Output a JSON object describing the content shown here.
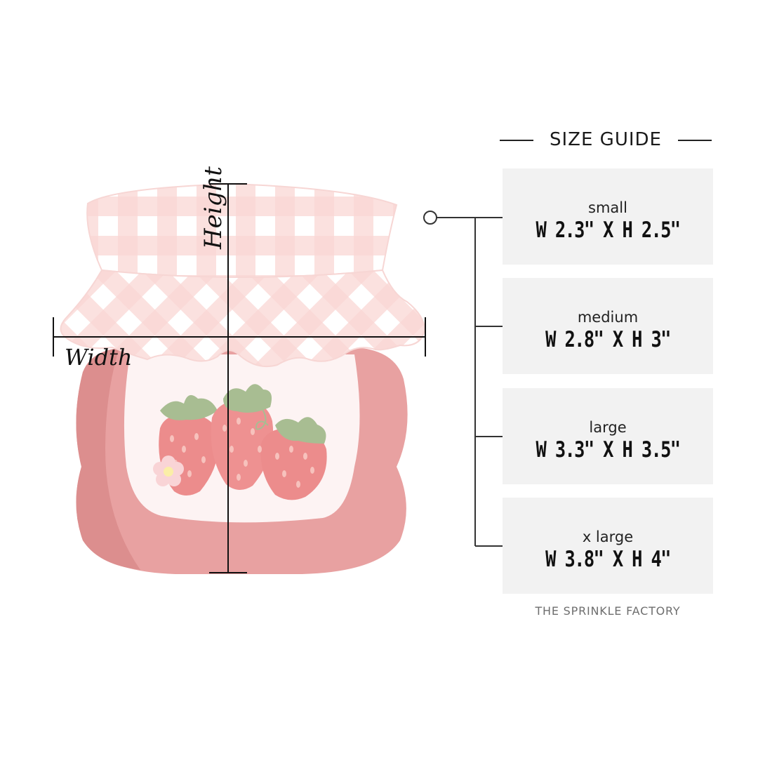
{
  "size_guide": {
    "title": "SIZE GUIDE",
    "sizes": [
      {
        "name": "small",
        "dims": "W 2.3\" X H 2.5\""
      },
      {
        "name": "medium",
        "dims": "W 2.8\" X H 3\""
      },
      {
        "name": "large",
        "dims": "W 3.3\" X H 3.5\""
      },
      {
        "name": "x large",
        "dims": "W 3.8\" X H 4\""
      }
    ]
  },
  "illustration": {
    "height_label": "Height",
    "width_label": "Width"
  },
  "footer": {
    "brand": "THE SPRINKLE FACTORY"
  },
  "colors": {
    "jar": "#e8a1a1",
    "jar_dark": "#dc8e8e",
    "label": "#fdf3f3",
    "gingham": "#f9d9d7",
    "strawberry": "#ec8c8c",
    "leaf": "#a8bd92",
    "card_bg": "#f2f2f2",
    "line": "#111111"
  }
}
